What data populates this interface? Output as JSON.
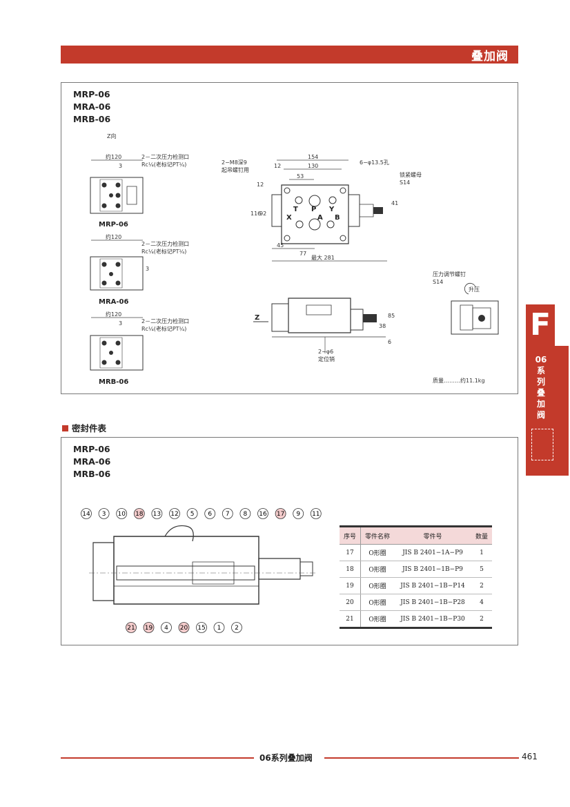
{
  "header": {
    "title": "叠加阀"
  },
  "section1": {
    "models": [
      "MRP-06",
      "MRA-06",
      "MRB-06"
    ],
    "z_view": "Z向",
    "sub_views": [
      {
        "name": "MRP-06",
        "dim_top": "约120",
        "dim_small": "3",
        "port_note_1": "2－二次压力检测口",
        "port_note_2": "Rc¼(老标记PT¼)"
      },
      {
        "name": "MRA-06",
        "dim_top": "约120",
        "dim_small": "3",
        "port_note_1": "2－二次压力检测口",
        "port_note_2": "Rc¼(老标记PT¼)"
      },
      {
        "name": "MRB-06",
        "dim_top": "约120",
        "dim_small": "3",
        "port_note_1": "2－二次压力检测口",
        "port_note_2": "Rc¼(老标记PT¼)"
      }
    ],
    "top_view": {
      "bolt_note_1": "2−M8深9",
      "bolt_note_2": "起吊螺钉用",
      "hole_note": "6−φ13.5孔",
      "locknut_1": "锁紧螺母",
      "locknut_2": "S14",
      "dims": {
        "d154": "154",
        "d130": "130",
        "d12a": "12",
        "d53": "53",
        "d12b": "12",
        "d116": "116",
        "d92": "92",
        "d41": "41",
        "d45": "45",
        "d77": "77",
        "max": "最大 281"
      },
      "ports": [
        "T",
        "P",
        "Y",
        "X",
        "A",
        "B"
      ]
    },
    "front_view": {
      "z_label": "Z",
      "pin_note_1": "2−φ6",
      "pin_note_2": "定位销",
      "dims": {
        "d85": "85",
        "d38": "38",
        "d6": "6"
      }
    },
    "adjust_view": {
      "note_1": "压力调节螺钉",
      "note_2": "S14",
      "rotation": "升压"
    },
    "mass": "质量………约11.1kg"
  },
  "section2": {
    "heading": "密封件表",
    "models": [
      "MRP-06",
      "MRA-06",
      "MRB-06"
    ],
    "callouts_top": [
      "14",
      "3",
      "10",
      "18",
      "13",
      "12",
      "5",
      "6",
      "7",
      "8",
      "16",
      "17",
      "9",
      "11"
    ],
    "callouts_bottom": [
      "21",
      "19",
      "4",
      "20",
      "15",
      "1",
      "2"
    ],
    "highlighted": [
      "18",
      "17",
      "21",
      "19",
      "20"
    ],
    "table": {
      "headers": [
        "序号",
        "零件名称",
        "零件号",
        "数量"
      ],
      "rows": [
        [
          "17",
          "O形圈",
          "JIS B 2401−1A−P9",
          "1"
        ],
        [
          "18",
          "O形圈",
          "JIS B 2401−1B−P9",
          "5"
        ],
        [
          "19",
          "O形圈",
          "JIS B 2401−1B−P14",
          "2"
        ],
        [
          "20",
          "O形圈",
          "JIS B 2401−1B−P28",
          "4"
        ],
        [
          "21",
          "O形圈",
          "JIS B 2401−1B−P30",
          "2"
        ]
      ]
    }
  },
  "side_tab": {
    "letter": "F",
    "text": "06系列叠加阀"
  },
  "footer": {
    "text": "06系列叠加阀",
    "page": "461"
  },
  "colors": {
    "accent": "#c33a2b",
    "table_header": "#f4d9d9",
    "callout_highlight": "#f4cccc"
  }
}
